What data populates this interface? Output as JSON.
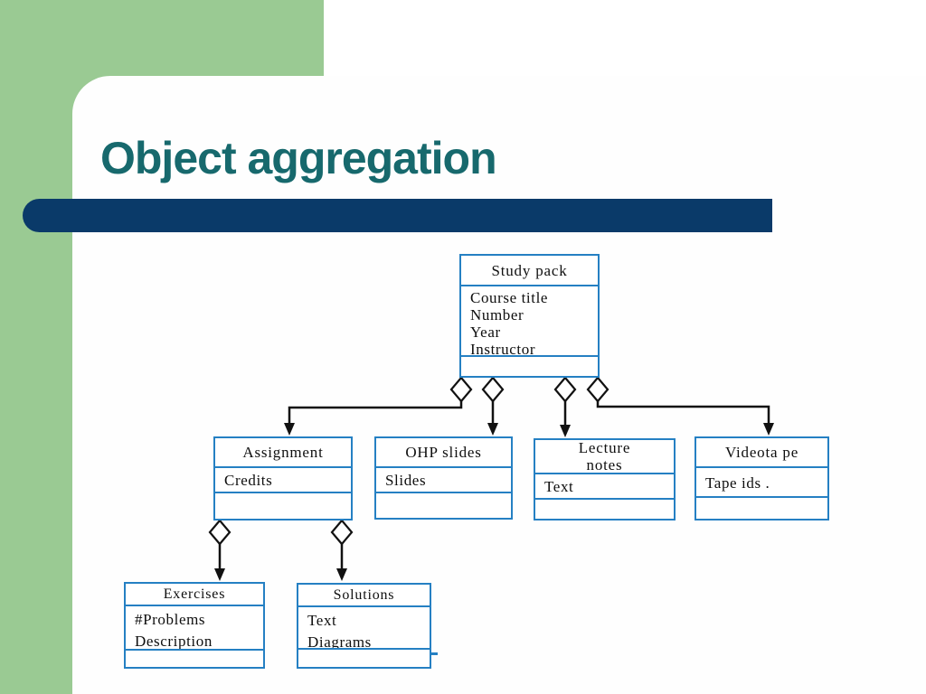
{
  "slide": {
    "title": "Object aggregation",
    "template_colors": {
      "background_green": "#9aca93",
      "accent_bar_navy": "#0a3a69",
      "title_teal": "#17696d",
      "box_border_blue": "#2580c3",
      "connector_black": "#111111"
    }
  },
  "diagram": {
    "type": "uml-class-aggregation",
    "classes": [
      {
        "name": "Study pack",
        "attributes": [
          "Course title",
          "Number",
          "Year",
          "Instructor"
        ],
        "operations": []
      },
      {
        "name": "Assignment",
        "attributes": [
          "Credits"
        ],
        "operations": []
      },
      {
        "name": "OHP slides",
        "attributes": [
          "Slides"
        ],
        "operations": []
      },
      {
        "name": "Lecture notes",
        "name_lines": [
          "Lecture",
          "notes"
        ],
        "attributes": [
          "Text"
        ],
        "operations": []
      },
      {
        "name": "Videota pe",
        "attributes": [
          "Tape ids ."
        ],
        "operations": []
      },
      {
        "name": "Exercises",
        "attributes": [
          "#Problems",
          "Description"
        ],
        "operations": []
      },
      {
        "name": "Solutions",
        "attributes": [
          "Text",
          "Diagrams"
        ],
        "operations": []
      }
    ],
    "relations": [
      {
        "type": "aggregation",
        "whole": "Study pack",
        "part": "Assignment"
      },
      {
        "type": "aggregation",
        "whole": "Study pack",
        "part": "OHP slides"
      },
      {
        "type": "aggregation",
        "whole": "Study pack",
        "part": "Lecture notes"
      },
      {
        "type": "aggregation",
        "whole": "Study pack",
        "part": "Videota pe"
      },
      {
        "type": "aggregation",
        "whole": "Assignment",
        "part": "Exercises"
      },
      {
        "type": "aggregation",
        "whole": "Assignment",
        "part": "Solutions"
      }
    ]
  }
}
